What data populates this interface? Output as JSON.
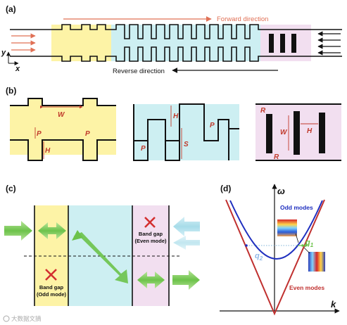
{
  "panels": {
    "a": {
      "label": "(a)",
      "forward_label": "Forward direction",
      "reverse_label": "Reverse direction",
      "axis_y": "y",
      "axis_x": "x"
    },
    "b": {
      "label": "(b)",
      "left_labels": {
        "W": "W",
        "P1": "P",
        "P2": "P",
        "H": "H"
      },
      "mid_labels": {
        "H": "H",
        "P1": "P",
        "P2": "P",
        "S": "S"
      },
      "right_labels": {
        "R1": "R",
        "R2": "R",
        "W": "W",
        "H": "H"
      }
    },
    "c": {
      "label": "(c)",
      "gap_even_line1": "Band gap",
      "gap_even_line2": "(Even mode)",
      "gap_odd_line1": "Band gap",
      "gap_odd_line2": "(Odd mode)"
    },
    "d": {
      "label": "(d)",
      "axis_omega": "ω",
      "axis_k": "k",
      "odd_modes": "Odd modes",
      "even_modes": "Even modes",
      "q1": "q",
      "q1_sub": "1",
      "q2": "q",
      "q2_sub": "2"
    }
  },
  "colors": {
    "forward": "#e07055",
    "reverse": "#111111",
    "yellow_region": "#fdf3a6",
    "cyan_region": "#cdeff2",
    "pink_region": "#f2dff0",
    "green_arrow": "#6cc24a",
    "light_blue_arrow": "#a7dce9",
    "odd_curve": "#1f2fbf",
    "even_curve": "#c0302f",
    "cross": "#d32f2f"
  },
  "watermark": "大数据文摘"
}
